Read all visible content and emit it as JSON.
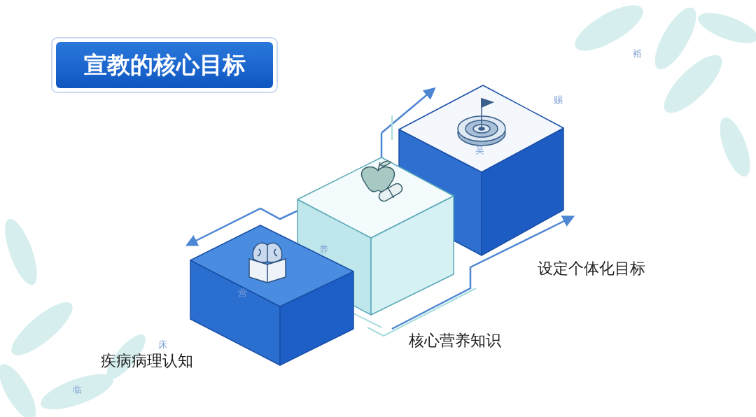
{
  "diagram": {
    "title": "宣教的核心目标",
    "nodes": [
      {
        "text": [
          "疾病病理认知"
        ]
      },
      {
        "text": [
          "核心营养知识"
        ]
      },
      {
        "text": [
          "设定个体化目标"
        ]
      }
    ],
    "labels": [
      "临",
      "床",
      "营",
      "养",
      "吴",
      "赐",
      "裕"
    ]
  }
}
